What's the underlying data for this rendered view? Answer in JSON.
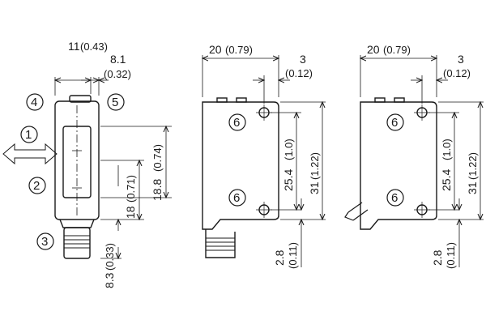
{
  "colors": {
    "line": "#1a1a1a",
    "fill": "#ffffff",
    "dim": "#1a1a1a"
  },
  "left_view": {
    "width_mm": "11",
    "width_in": "(0.43)",
    "depth_mm": "8.1",
    "depth_in": "(0.32)",
    "h1_mm": "18.8",
    "h1_in": "(0.74)",
    "h2_mm": "18",
    "h2_in": "(0.71)",
    "h3_mm": "8.3",
    "h3_in": "(0.33)",
    "callouts": {
      "c1": "1",
      "c2": "2",
      "c3": "3",
      "c4": "4",
      "c5": "5"
    }
  },
  "front_view_plug": {
    "width_mm": "20",
    "width_in": "(0.79)",
    "offset_mm": "3",
    "offset_in": "(0.12)",
    "hole_mm": "25.4",
    "hole_in": "(1.0)",
    "height_mm": "31",
    "height_in": "(1.22)",
    "bottom_mm": "2.8",
    "bottom_in": "(0.11)",
    "callout": "6"
  },
  "front_view_cable": {
    "width_mm": "20",
    "width_in": "(0.79)",
    "offset_mm": "3",
    "offset_in": "(0.12)",
    "hole_mm": "25.4",
    "hole_in": "(1.0)",
    "height_mm": "31",
    "height_in": "(1.22)",
    "bottom_mm": "2.8",
    "bottom_in": "(0.11)",
    "callout": "6"
  }
}
